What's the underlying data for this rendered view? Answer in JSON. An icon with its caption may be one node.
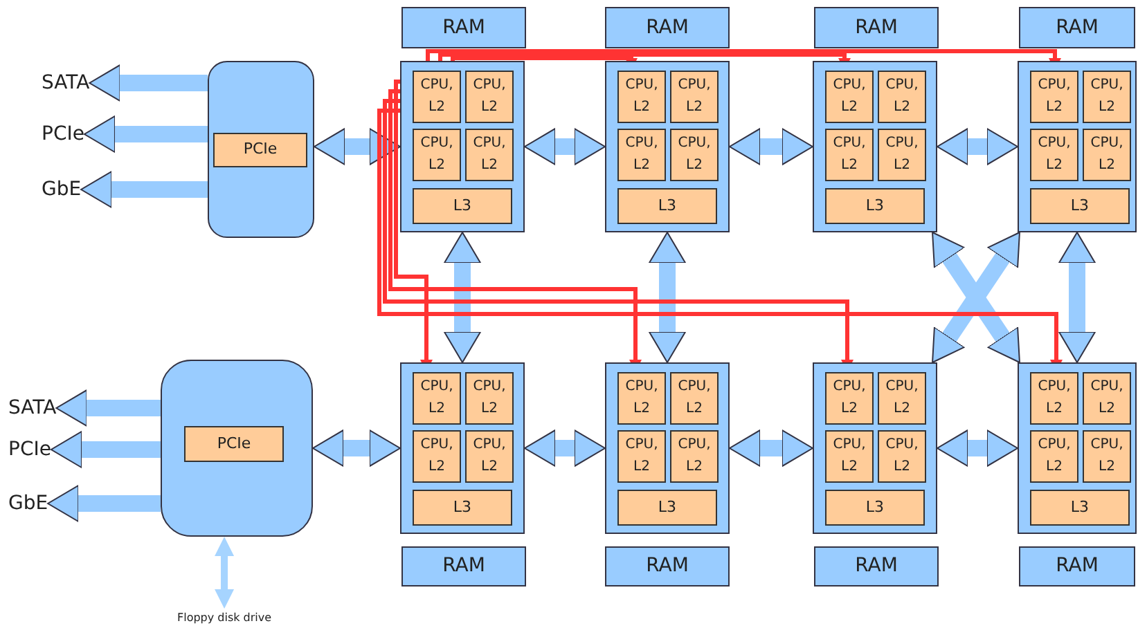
{
  "diagram": {
    "nodes": [
      {
        "text": [
          "RAM"
        ]
      },
      {
        "text": [
          "RAM"
        ]
      },
      {
        "text": [
          "RAM"
        ]
      },
      {
        "text": [
          "RAM"
        ]
      },
      {
        "text": [
          "SATA"
        ]
      },
      {
        "text": [
          "PCIe"
        ]
      },
      {
        "text": [
          "GbE"
        ]
      },
      {
        "text": [],
        "shape": "box"
      },
      {
        "text": [
          "PCIe"
        ],
        "in": 7
      },
      {
        "text": [],
        "shape": "box"
      },
      {
        "text": [
          "CPU, L2"
        ],
        "in": 9
      },
      {
        "text": [
          "CPU, L2"
        ],
        "in": 9
      },
      {
        "text": [
          "CPU, L2"
        ],
        "in": 9
      },
      {
        "text": [
          "CPU, L2"
        ],
        "in": 9
      },
      {
        "text": [
          "L3"
        ],
        "in": 9
      },
      {
        "text": [],
        "shape": "box"
      },
      {
        "text": [
          "CPU, L2"
        ],
        "in": 15
      },
      {
        "text": [
          "CPU, L2"
        ],
        "in": 15
      },
      {
        "text": [
          "CPU, L2"
        ],
        "in": 15
      },
      {
        "text": [
          "CPU, L2"
        ],
        "in": 15
      },
      {
        "text": [
          "L3"
        ],
        "in": 15
      },
      {
        "text": [],
        "shape": "box"
      },
      {
        "text": [
          "CPU, L2"
        ],
        "in": 21
      },
      {
        "text": [
          "CPU, L2"
        ],
        "in": 21
      },
      {
        "text": [
          "CPU, L2"
        ],
        "in": 21
      },
      {
        "text": [
          "CPU, L2"
        ],
        "in": 21
      },
      {
        "text": [
          "L3"
        ],
        "in": 21
      },
      {
        "text": [],
        "shape": "box"
      },
      {
        "text": [
          "CPU, L2"
        ],
        "in": 27
      },
      {
        "text": [
          "CPU, L2"
        ],
        "in": 27
      },
      {
        "text": [
          "CPU, L2"
        ],
        "in": 27
      },
      {
        "text": [
          "CPU, L2"
        ],
        "in": 27
      },
      {
        "text": [
          "L3"
        ],
        "in": 27
      },
      {
        "text": [
          "SATA"
        ]
      },
      {
        "text": [
          "PCIe"
        ]
      },
      {
        "text": [
          "GbE"
        ]
      },
      {
        "text": [],
        "shape": "box"
      },
      {
        "text": [
          "PCIe"
        ],
        "in": 36
      },
      {
        "text": [],
        "shape": "box"
      },
      {
        "text": [
          "CPU, L2"
        ],
        "in": 38
      },
      {
        "text": [
          "CPU, L2"
        ],
        "in": 38
      },
      {
        "text": [
          "CPU, L2"
        ],
        "in": 38
      },
      {
        "text": [
          "CPU, L2"
        ],
        "in": 38
      },
      {
        "text": [
          "L3"
        ],
        "in": 38
      },
      {
        "text": [],
        "shape": "box"
      },
      {
        "text": [
          "CPU, L2"
        ],
        "in": 44
      },
      {
        "text": [
          "CPU, L2"
        ],
        "in": 44
      },
      {
        "text": [
          "CPU, L2"
        ],
        "in": 44
      },
      {
        "text": [
          "CPU, L2"
        ],
        "in": 44
      },
      {
        "text": [
          "L3"
        ],
        "in": 44
      },
      {
        "text": [],
        "shape": "box"
      },
      {
        "text": [
          "CPU, L2"
        ],
        "in": 50
      },
      {
        "text": [
          "CPU, L2"
        ],
        "in": 50
      },
      {
        "text": [
          "CPU, L2"
        ],
        "in": 50
      },
      {
        "text": [
          "CPU, L2"
        ],
        "in": 50
      },
      {
        "text": [
          "L3"
        ],
        "in": 50
      },
      {
        "text": [],
        "shape": "box"
      },
      {
        "text": [
          "CPU, L2"
        ],
        "in": 56
      },
      {
        "text": [
          "CPU, L2"
        ],
        "in": 56
      },
      {
        "text": [
          "CPU, L2"
        ],
        "in": 56
      },
      {
        "text": [
          "CPU, L2"
        ],
        "in": 56
      },
      {
        "text": [
          "L3"
        ],
        "in": 56
      },
      {
        "text": [
          "RAM"
        ]
      },
      {
        "text": [
          "RAM"
        ]
      },
      {
        "text": [
          "RAM"
        ]
      },
      {
        "text": [
          "RAM"
        ]
      },
      {
        "text": [
          "Floppy disk drive"
        ]
      }
    ],
    "edges": [
      {
        "from": 7,
        "to": 4,
        "arrow": "to"
      },
      {
        "from": 7,
        "to": 5,
        "arrow": "to"
      },
      {
        "from": 7,
        "to": 6,
        "arrow": "to"
      },
      {
        "from": 7,
        "to": 9,
        "arrow": "both"
      },
      {
        "from": 9,
        "to": 15,
        "arrow": "both"
      },
      {
        "from": 15,
        "to": 21,
        "arrow": "both"
      },
      {
        "from": 21,
        "to": 27,
        "arrow": "both"
      },
      {
        "from": 9,
        "to": 38,
        "arrow": "both"
      },
      {
        "from": 15,
        "to": 44,
        "arrow": "both"
      },
      {
        "from": 21,
        "to": 56,
        "arrow": "both"
      },
      {
        "from": 27,
        "to": 50,
        "arrow": "both"
      },
      {
        "from": 27,
        "to": 56,
        "arrow": "both"
      },
      {
        "from": 36,
        "to": 33,
        "arrow": "to"
      },
      {
        "from": 36,
        "to": 34,
        "arrow": "to"
      },
      {
        "from": 36,
        "to": 35,
        "arrow": "to"
      },
      {
        "from": 36,
        "to": 38,
        "arrow": "both"
      },
      {
        "from": 38,
        "to": 44,
        "arrow": "both"
      },
      {
        "from": 44,
        "to": 50,
        "arrow": "both"
      },
      {
        "from": 50,
        "to": 56,
        "arrow": "both"
      },
      {
        "from": 66,
        "to": 36,
        "arrow": "both",
        "color": "#a6d4ff"
      },
      {
        "from": 10,
        "to": 16,
        "arrow": "to",
        "color": "#ff3333"
      },
      {
        "from": 10,
        "to": 22,
        "arrow": "to",
        "color": "#ff3333"
      },
      {
        "from": 10,
        "to": 28,
        "arrow": "to",
        "color": "#ff3333"
      },
      {
        "from": 10,
        "to": 39,
        "arrow": "to",
        "color": "#ff3333"
      },
      {
        "from": 10,
        "to": 45,
        "arrow": "to",
        "color": "#ff3333"
      },
      {
        "from": 10,
        "to": 51,
        "arrow": "to",
        "color": "#ff3333"
      },
      {
        "from": 10,
        "to": 57,
        "arrow": "to",
        "color": "#ff3333"
      }
    ]
  }
}
